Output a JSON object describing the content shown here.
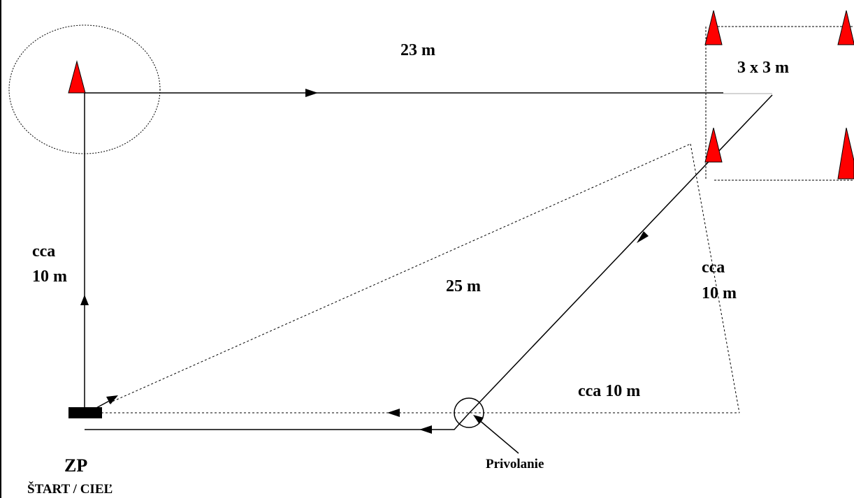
{
  "labels": {
    "top_distance": "23 m",
    "square_size": "3 x 3 m",
    "left_cca": "cca",
    "left_distance": "10 m",
    "diagonal_distance": "25 m",
    "right_cca": "cca",
    "right_distance": "10 m",
    "bottom_distance": "cca 10 m",
    "recall": "Privolanie",
    "zp": "ZP",
    "start_finish": "ŠTART / CIEĽ"
  },
  "colors": {
    "cone": "#ff0000",
    "cone_outline": "#000000",
    "line": "#000000",
    "marker": "#000000"
  },
  "icons": {
    "cone": "cone-icon",
    "arrow": "arrowhead-icon",
    "start_marker": "start-marker-icon"
  }
}
